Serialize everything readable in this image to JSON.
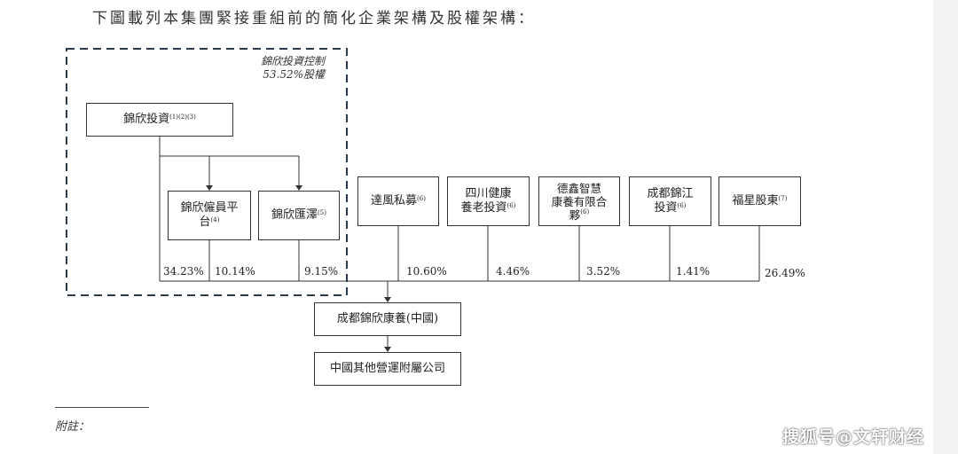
{
  "heading": "下圖載列本集團緊接重組前的簡化企業架構及股權架構：",
  "control_group": {
    "label_line1": "錦欣投資控制",
    "label_line2": "53.52%股權"
  },
  "entities": {
    "jinxin_investment": {
      "name": "錦欣投資",
      "note": "(1)(2)(3)"
    },
    "employee_platform": {
      "line1": "錦欣僱員平",
      "line2": "台",
      "note": "(4)"
    },
    "jinxin_huize": {
      "name": "錦欣匯澤",
      "note": "(5)"
    },
    "dafeng": {
      "name": "達風私募",
      "note": "(6)"
    },
    "sichuan": {
      "line1": "四川健康",
      "line2": "養老投資",
      "note": "(6)"
    },
    "dexin": {
      "line1": "德鑫智慧",
      "line2": "康養有限合",
      "line3": "夥",
      "note": "(6)"
    },
    "chengdu_jinjiang": {
      "line1": "成都錦江",
      "line2": "投資",
      "note": "(6)"
    },
    "fuxing": {
      "name": "福星股東",
      "note": "(7)"
    },
    "chengdu_jinxin": {
      "name": "成都錦欣康養(中國)"
    },
    "other_subs": {
      "name": "中國其他營運附屬公司"
    }
  },
  "percentages": {
    "jinxin_direct": "34.23%",
    "employee_platform": "10.14%",
    "jinxin_huize": "9.15%",
    "dafeng": "10.60%",
    "sichuan": "4.46%",
    "dexin": "3.52%",
    "chengdu_jinjiang": "1.41%",
    "fuxing": "26.49%"
  },
  "footnote_label": "附註：",
  "watermark": "搜狐号@文轩财经",
  "colors": {
    "line": "#333333",
    "dashed_border": "#2b3a4a"
  }
}
